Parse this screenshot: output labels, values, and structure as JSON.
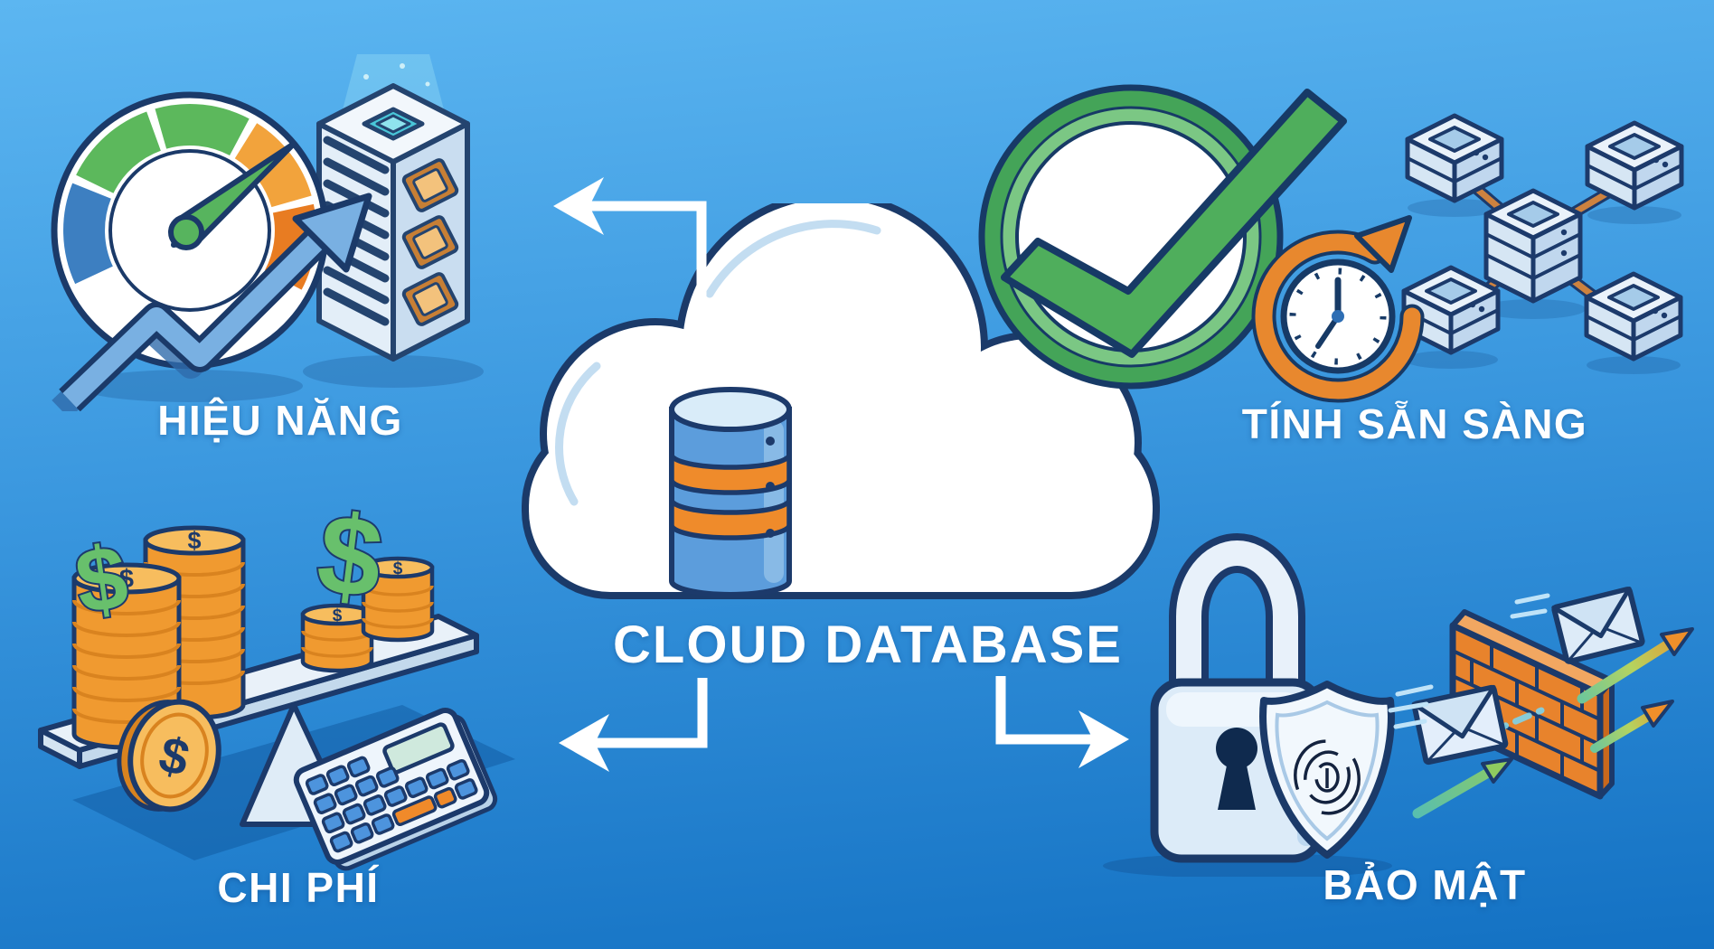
{
  "title": {
    "label": "CLOUD DATABASE"
  },
  "quadrants": {
    "performance": {
      "label": "HIỆU NĂNG"
    },
    "availability": {
      "label": "TÍNH SẴN SÀNG"
    },
    "cost": {
      "label": "CHI PHÍ"
    },
    "security": {
      "label": "BẢO MẬT"
    }
  },
  "symbols": {
    "dollar": "$"
  },
  "colors": {
    "background_top": "#5CB6F1",
    "background_bottom": "#1371C3",
    "outline_navy": "#1C3A6B",
    "accent_orange": "#EF8B2B",
    "accent_green": "#4FAE5C",
    "coin_gold": "#F5A93F",
    "arrow_white": "#FFFFFF"
  }
}
